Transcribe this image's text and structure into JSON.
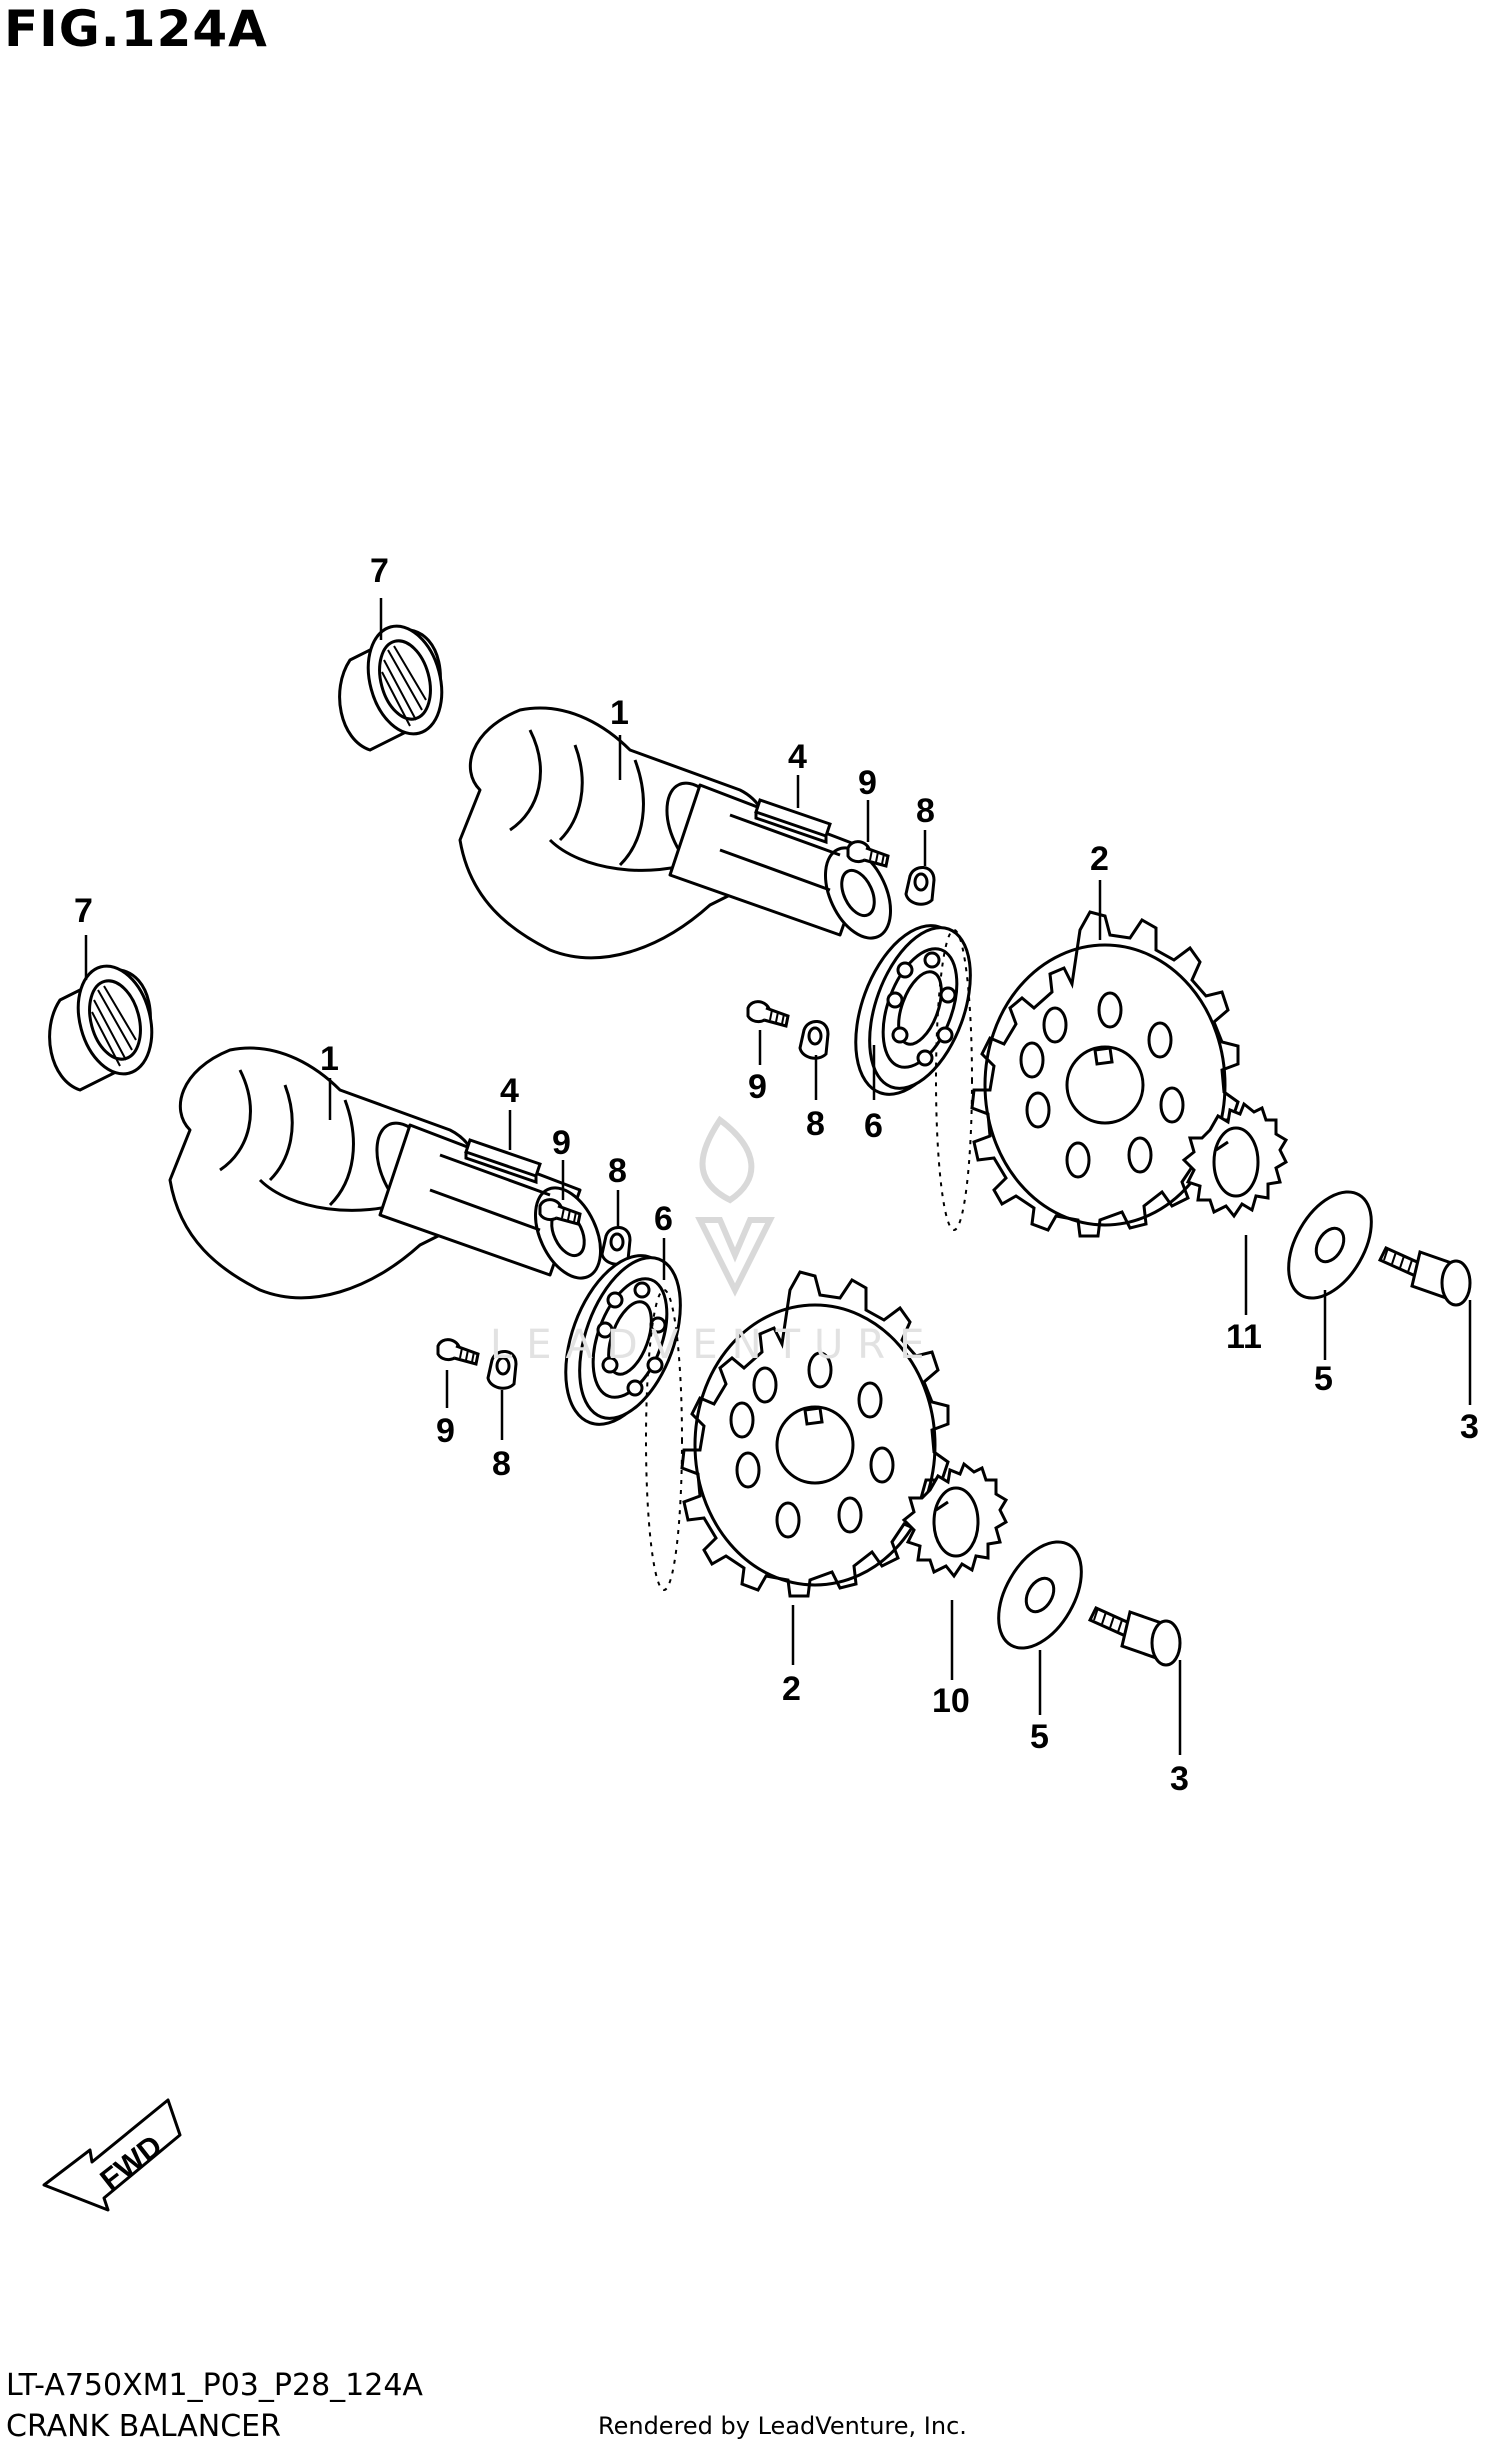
{
  "figure": {
    "title": "FIG.124A",
    "code": "LT-A750XM1_P03_P28_124A",
    "name": "CRANK BALANCER",
    "credit": "Rendered by LeadVenture, Inc.",
    "direction_label": "FWD",
    "watermark_text": "LEADVENTURE"
  },
  "callouts": {
    "upper": {
      "shaft": "1",
      "gear": "2",
      "bolt": "3",
      "key": "4",
      "washer": "5",
      "bearing_outer": "6",
      "bearing_inner": "7",
      "plate_a": "8",
      "screw_a": "9",
      "plate_b": "8",
      "screw_b": "9",
      "drive_gear": "11"
    },
    "lower": {
      "shaft": "1",
      "gear": "2",
      "bolt": "3",
      "key": "4",
      "washer": "5",
      "bearing_outer": "6",
      "bearing_inner": "7",
      "plate_a": "8",
      "screw_a": "9",
      "plate_b": "8",
      "screw_b": "9",
      "drive_gear": "10"
    }
  },
  "colors": {
    "line": "#000000",
    "background": "#ffffff",
    "watermark": "#d9d9d9"
  }
}
